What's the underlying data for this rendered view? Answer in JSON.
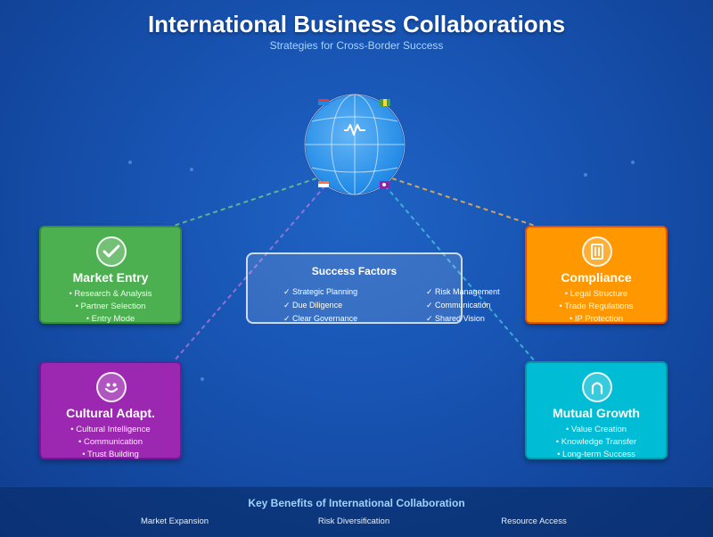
{
  "header": {
    "title": "International Business Collaborations",
    "subtitle": "Strategies for Cross-Border Success"
  },
  "globe": {
    "icon": "globe-icon",
    "pulse_icon": "pulse-icon",
    "colors": [
      "#1e88e5",
      "#90caf9"
    ]
  },
  "cards": {
    "market_entry": {
      "title": "Market Entry",
      "icon": "checkmark-icon",
      "color": "#4caf50",
      "items": [
        "• Research & Analysis",
        "• Partner Selection",
        "• Entry Mode"
      ]
    },
    "compliance": {
      "title": "Compliance",
      "icon": "document-icon",
      "color": "#ff9800",
      "items": [
        "• Legal Structure",
        "• Trade Regulations",
        "• IP Protection"
      ]
    },
    "cultural": {
      "title": "Cultural Adapt.",
      "icon": "smiley-icon",
      "color": "#9c27b0",
      "items": [
        "• Cultural Intelligence",
        "• Communication",
        "• Trust Building"
      ]
    },
    "growth": {
      "title": "Mutual Growth",
      "icon": "arch-icon",
      "color": "#00bcd4",
      "items": [
        "• Value Creation",
        "• Knowledge Transfer",
        "• Long-term Success"
      ]
    }
  },
  "success_factors": {
    "title": "Success Factors",
    "left": [
      "✓ Strategic Planning",
      "✓ Due Diligence",
      "✓ Clear Governance"
    ],
    "right": [
      "✓ Risk Management",
      "✓ Communication",
      "✓ Shared Vision"
    ]
  },
  "footer": {
    "title": "Key Benefits of International Collaboration",
    "benefits": [
      "Market Expansion",
      "Risk Diversification",
      "Resource Access"
    ]
  }
}
